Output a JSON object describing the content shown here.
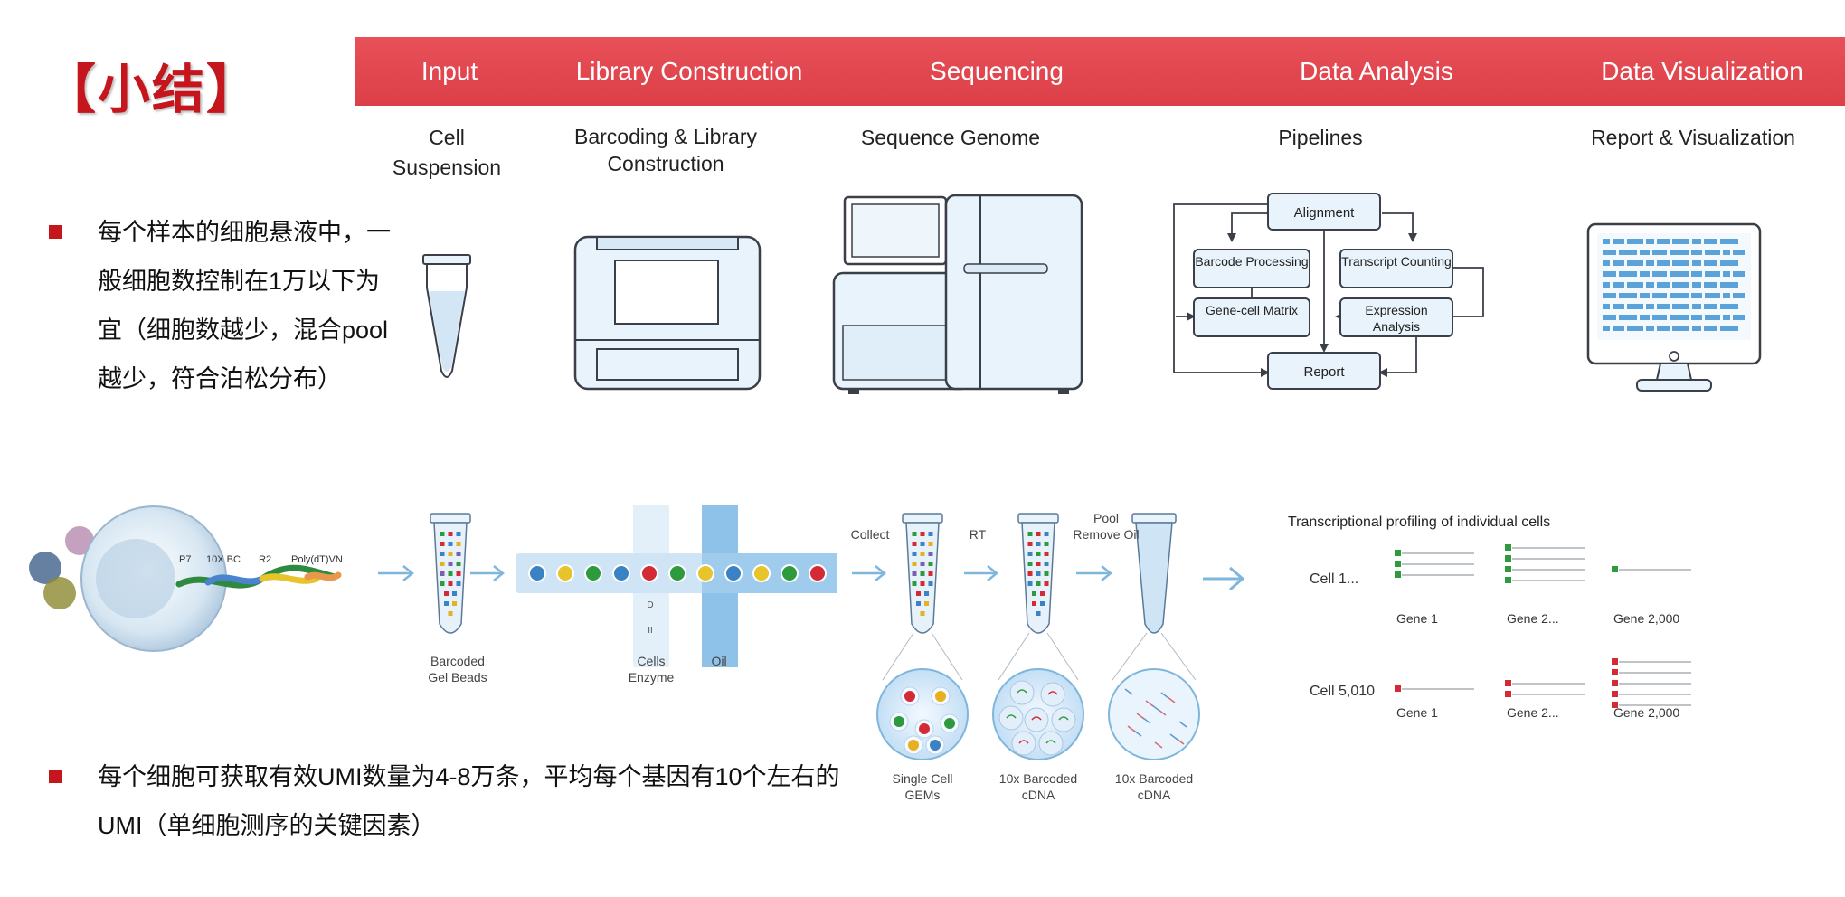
{
  "title": "【小结】",
  "banner": {
    "stages": [
      "Input",
      "Library Construction",
      "Sequencing",
      "Data Analysis",
      "Data Visualization"
    ],
    "color": "#e2444d"
  },
  "subtitles": {
    "input": "Cell\nSuspension",
    "library": "Barcoding & Library\nConstruction",
    "sequencing": "Sequence Genome",
    "analysis": "Pipelines",
    "visualization": "Report & Visualization"
  },
  "pipeline": {
    "alignment": "Alignment",
    "barcode": "Barcode Processing",
    "transcript": "Transcript Counting",
    "matrix": "Gene-cell Matrix",
    "expression": "Expression Analysis",
    "report": "Report"
  },
  "bullets": [
    "每个样本的细胞悬液中，一般细胞数控制在1万以下为宜（细胞数越少，混合pool越少，符合泊松分布）",
    "每个细胞可获取有效UMI数量为4-8万条，平均每个基因有10个左右的UMI（单细胞测序的关键因素）"
  ],
  "workflow": {
    "bead_labels": [
      "P7",
      "10X BC",
      "R2",
      "Poly(dT)VN"
    ],
    "barcoded_gel_beads": "Barcoded\nGel Beads",
    "cells_enzyme": "Cells\nEnzyme",
    "oil": "Oil",
    "collect": "Collect",
    "rt": "RT",
    "pool_remove_oil": "Pool\nRemove Oil",
    "single_cell_gems": "Single Cell\nGEMs",
    "barcoded_cdna_1": "10x Barcoded\ncDNA",
    "barcoded_cdna_2": "10x Barcoded\ncDNA"
  },
  "profiling": {
    "title": "Transcriptional profiling of individual cells",
    "rows": [
      {
        "cell": "Cell 1...",
        "genes": [
          "Gene 1",
          "Gene 2...",
          "Gene 2,000"
        ],
        "counts": [
          3,
          4,
          1
        ],
        "color": "#2e9a3e"
      },
      {
        "cell": "Cell 5,010",
        "genes": [
          "Gene 1",
          "Gene 2...",
          "Gene 2,000"
        ],
        "counts": [
          1,
          2,
          5
        ],
        "color": "#d42a35"
      }
    ]
  },
  "colors": {
    "accent": "#c4161c",
    "banner": "#e2444d",
    "device_fill": "#e8f3fb",
    "device_stroke": "#3a3f48"
  }
}
